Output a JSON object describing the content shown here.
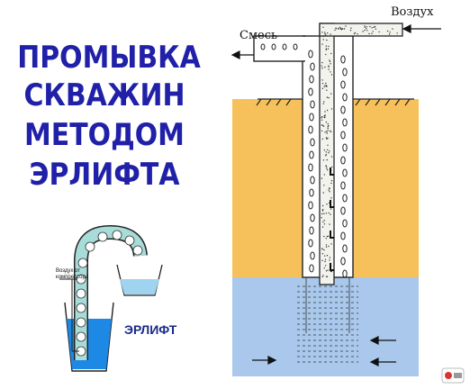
{
  "title": {
    "lines": [
      "ПРОМЫВКА",
      "СКВАЖИН",
      "МЕТОДОМ",
      "ЭРЛИФТА"
    ],
    "color": "#2020a8"
  },
  "inset": {
    "air_label_line1": "Воздух от",
    "air_label_line2": "компрессора",
    "caption": "ЭРЛИФТ"
  },
  "diagram": {
    "air_label": "Воздух",
    "mixture_label": "Смесь",
    "colors": {
      "soil": "#f6c15a",
      "water": "#a9c8ec",
      "pipe_outline": "#222222"
    }
  },
  "watermark": {
    "icon": "logo-stamp-icon"
  }
}
